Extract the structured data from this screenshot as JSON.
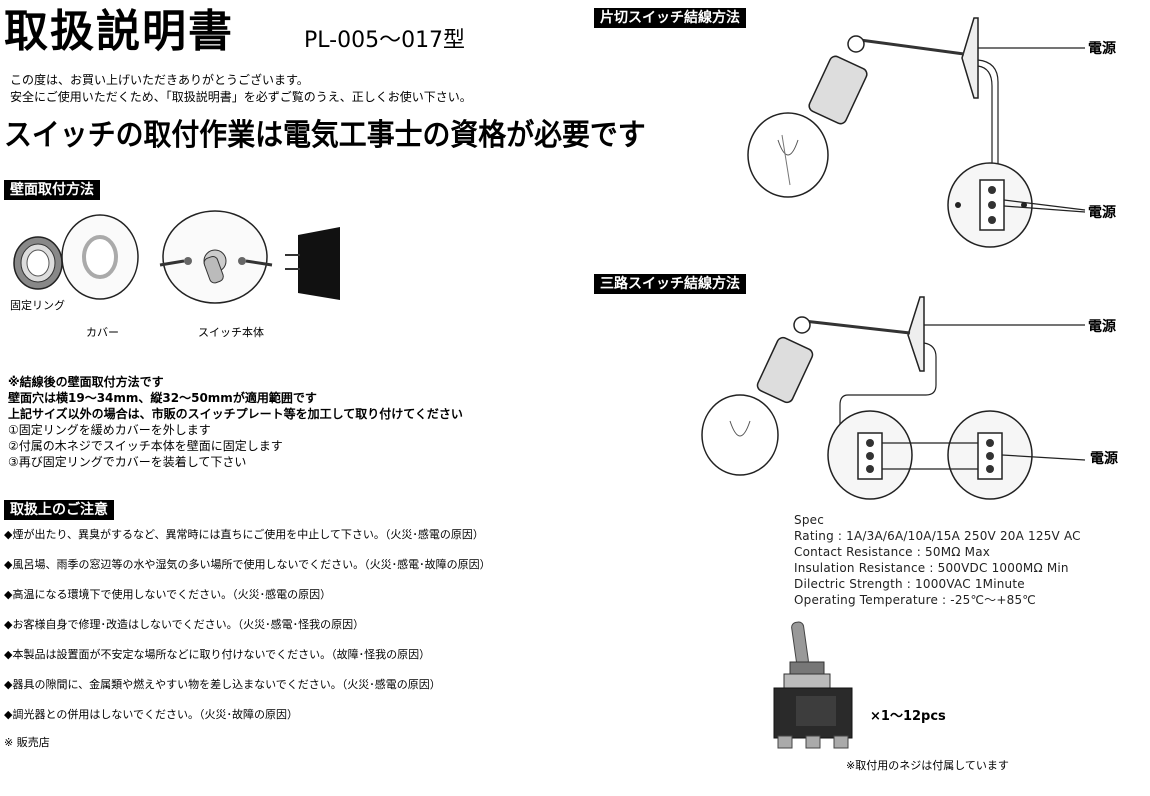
{
  "header": {
    "title": "取扱説明書",
    "model": "PL-005～017型",
    "intro_line1": "この度は、お買い上げいただきありがとうございます。",
    "intro_line2": "安全にご使用いただくため、「取扱説明書」を必ずご覧のうえ、正しくお使い下さい。",
    "warning": "スイッチの取付作業は電気工事士の資格が必要です"
  },
  "wall_mount": {
    "heading": "壁面取付方法",
    "label_ring": "固定リング",
    "label_cover": "カバー",
    "label_body": "スイッチ本体",
    "note_title": "※結線後の壁面取付方法です",
    "note_range": "壁面穴は横19～34mm、縦32～50mmが適用範囲です",
    "note_other": "上記サイズ以外の場合は、市販のスイッチプレート等を加工して取り付けてください",
    "step1": "①固定リングを緩めカバーを外します",
    "step2": "②付属の木ネジでスイッチ本体を壁面に固定します",
    "step3": "③再び固定リングでカバーを装着して下さい"
  },
  "cautions": {
    "heading": "取扱上のご注意",
    "items": [
      "◆煙が出たり、異臭がするなど、異常時には直ちにご使用を中止して下さい。（火災･感電の原因）",
      "◆風呂場、雨季の窓辺等の水や湿気の多い場所で使用しないでください。（火災･感電･故障の原因）",
      "◆高温になる環境下で使用しないでください。（火災･感電の原因）",
      "◆お客様自身で修理･改造はしないでください。（火災･感電･怪我の原因）",
      "◆本製品は設置面が不安定な場所などに取り付けないでください。（故障･怪我の原因）",
      "◆器具の隙間に、金属類や燃えやすい物を差し込まないでください。（火災･感電の原因）",
      "◆調光器との併用はしないでください。（火災･故障の原因）"
    ],
    "footer": "※ 販売店"
  },
  "wiring_single": {
    "heading": "片切スイッチ結線方法",
    "power_top": "電源",
    "power_switch": "電源"
  },
  "wiring_three": {
    "heading": "三路スイッチ結線方法",
    "power_top": "電源",
    "power_switch": "電源"
  },
  "spec": {
    "title": "Spec",
    "rating": "Rating : 1A/3A/6A/10A/15A 250V 20A 125V AC",
    "contact": "Contact Resistance : 50MΩ Max",
    "insulation": "Insulation Resistance : 500VDC 1000MΩ Min",
    "dielectric": "Dilectric Strength : 1000VAC 1Minute",
    "temperature": "Operating Temperature : -25℃～+85℃"
  },
  "product": {
    "quantity": "×1～12pcs",
    "screw_note": "※取付用のネジは付属しています"
  }
}
